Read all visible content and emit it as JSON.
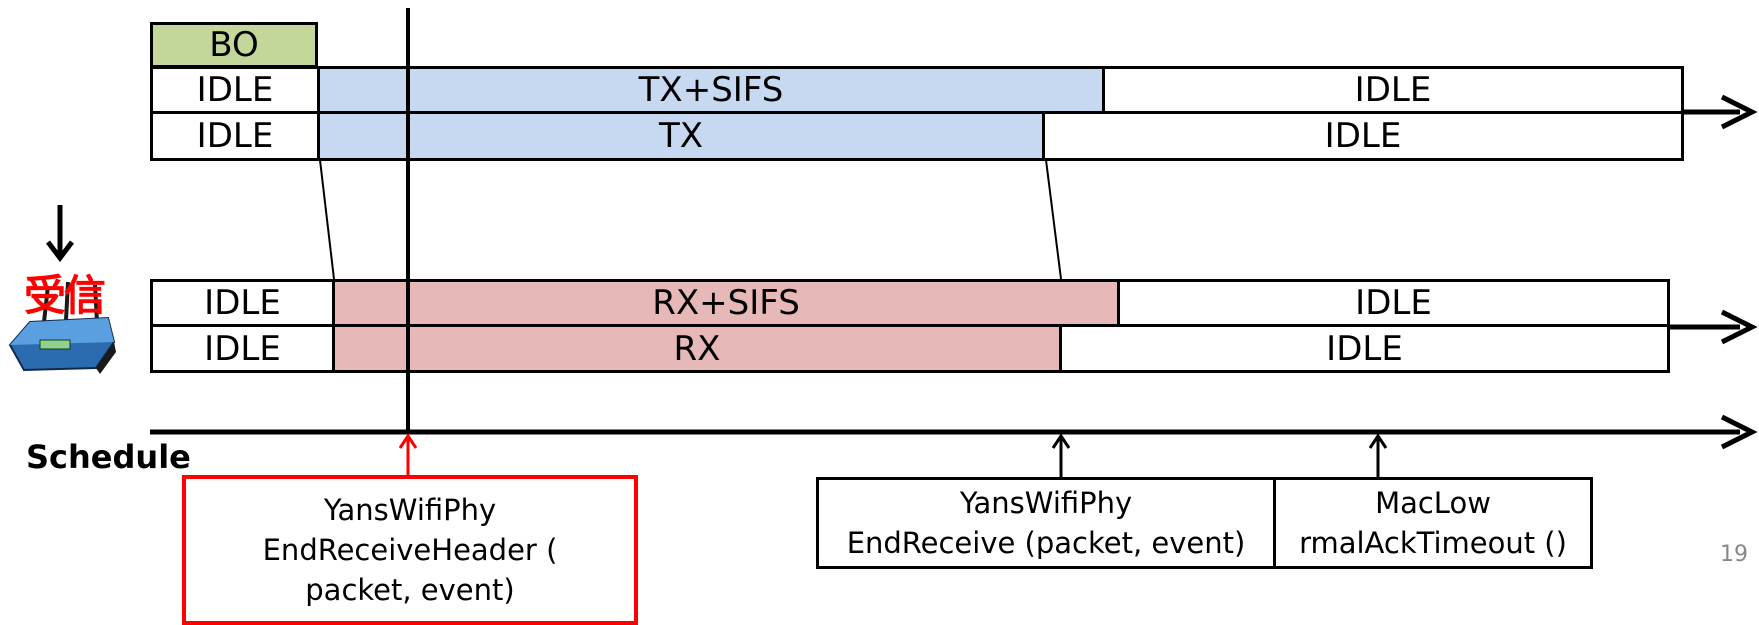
{
  "sender": {
    "bo_label": "BO",
    "mac_row": [
      "IDLE",
      "TX+SIFS",
      "IDLE"
    ],
    "phy_row": [
      "IDLE",
      "TX",
      "IDLE"
    ]
  },
  "receiver": {
    "label": "受信",
    "icon": "wireless-router-icon",
    "mac_row": [
      "IDLE",
      "RX+SIFS",
      "IDLE"
    ],
    "phy_row": [
      "IDLE",
      "RX",
      "IDLE"
    ]
  },
  "schedule": {
    "label": "Schedule",
    "events": [
      {
        "lines": [
          "YansWifiPhy",
          "EndReceiveHeader (",
          "packet, event)"
        ],
        "highlighted": true
      },
      {
        "lines": [
          "YansWifiPhy",
          "EndReceive (packet, event)"
        ],
        "highlighted": false
      },
      {
        "lines": [
          "MacLow",
          "rmalAckTimeout ()"
        ],
        "highlighted": false
      }
    ]
  },
  "colors": {
    "bo": "#c4d79b",
    "tx": "#c6d9f1",
    "rx": "#e6b9b8",
    "highlight": "#ff0000"
  },
  "page_number": "19"
}
